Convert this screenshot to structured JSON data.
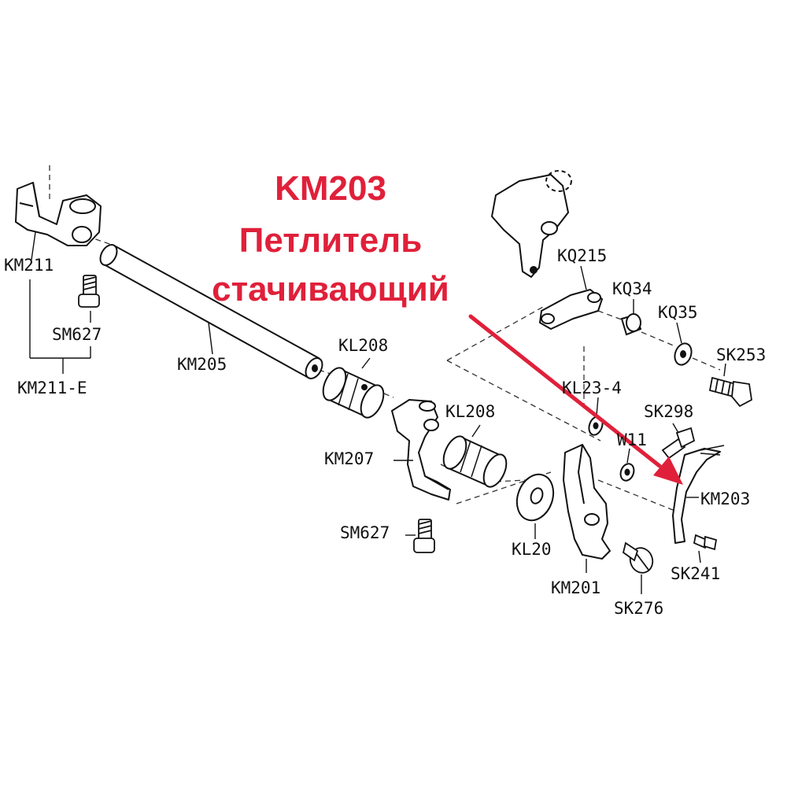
{
  "title": {
    "code": "KM203",
    "line1": "Петлитель",
    "line2": "стачивающий"
  },
  "accent_color": "#e0203a",
  "labels": {
    "km211": "KM211",
    "sm627_top": "SM627",
    "km211e": "KM211-E",
    "km205": "KM205",
    "kl208_a": "KL208",
    "kl208_b": "KL208",
    "km207": "KM207",
    "sm627_bottom": "SM627",
    "kl20": "KL20",
    "km201": "KM201",
    "sk276": "SK276",
    "kq215": "KQ215",
    "kq34": "KQ34",
    "kq35": "KQ35",
    "sk253": "SK253",
    "kl23_4": "KL23-4",
    "sk298": "SK298",
    "w11": "W11",
    "km203": "KM203",
    "sk241": "SK241"
  }
}
